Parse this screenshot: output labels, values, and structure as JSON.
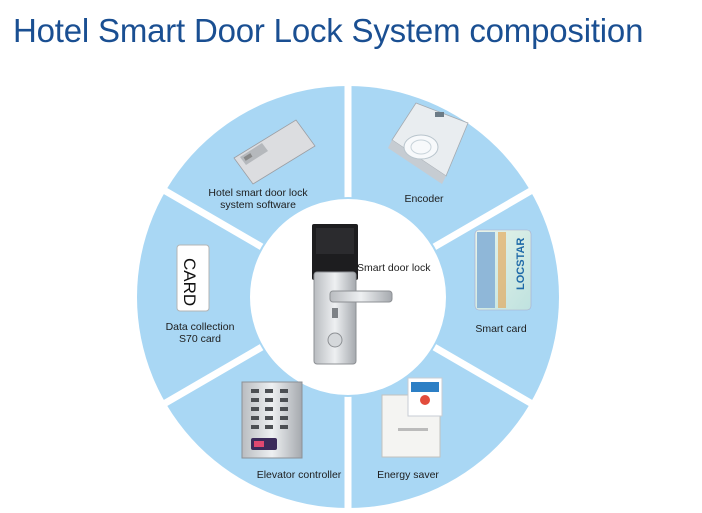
{
  "title": "Hotel Smart Door Lock System composition",
  "center": {
    "label": "Smart door lock"
  },
  "segments": [
    {
      "id": "software",
      "lines": [
        "Hotel smart door lock",
        "system software"
      ]
    },
    {
      "id": "encoder",
      "lines": [
        "Encoder"
      ]
    },
    {
      "id": "smart-card",
      "lines": [
        "Smart card"
      ]
    },
    {
      "id": "energy-saver",
      "lines": [
        "Energy saver"
      ]
    },
    {
      "id": "elevator",
      "lines": [
        "Elevator controller"
      ]
    },
    {
      "id": "data-collection",
      "lines": [
        "Data collection",
        "S70 card"
      ]
    }
  ],
  "card_text": "CARD",
  "colors": {
    "title": "#1a4f92",
    "segment": "#a9d7f4",
    "divider": "#ffffff",
    "center": "#ffffff"
  }
}
